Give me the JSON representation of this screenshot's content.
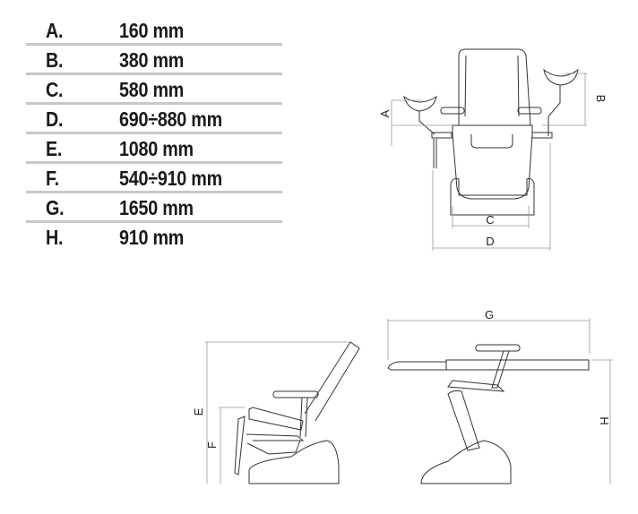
{
  "dimensions_table": [
    {
      "label": "A.",
      "value": "160 mm"
    },
    {
      "label": "B.",
      "value": "380 mm"
    },
    {
      "label": "C.",
      "value": "580 mm"
    },
    {
      "label": "D.",
      "value": "690÷880 mm"
    },
    {
      "label": "E.",
      "value": "1080 mm"
    },
    {
      "label": "F.",
      "value": "540÷910 mm"
    },
    {
      "label": "G.",
      "value": "1650 mm"
    },
    {
      "label": "H.",
      "value": "910 mm"
    }
  ],
  "front_view": {
    "dim_a": "A",
    "dim_b": "B",
    "dim_c": "C",
    "dim_d": "D"
  },
  "side_view_seated": {
    "dim_e": "E",
    "dim_f": "F"
  },
  "side_view_flat": {
    "dim_g": "G",
    "dim_h": "H"
  }
}
